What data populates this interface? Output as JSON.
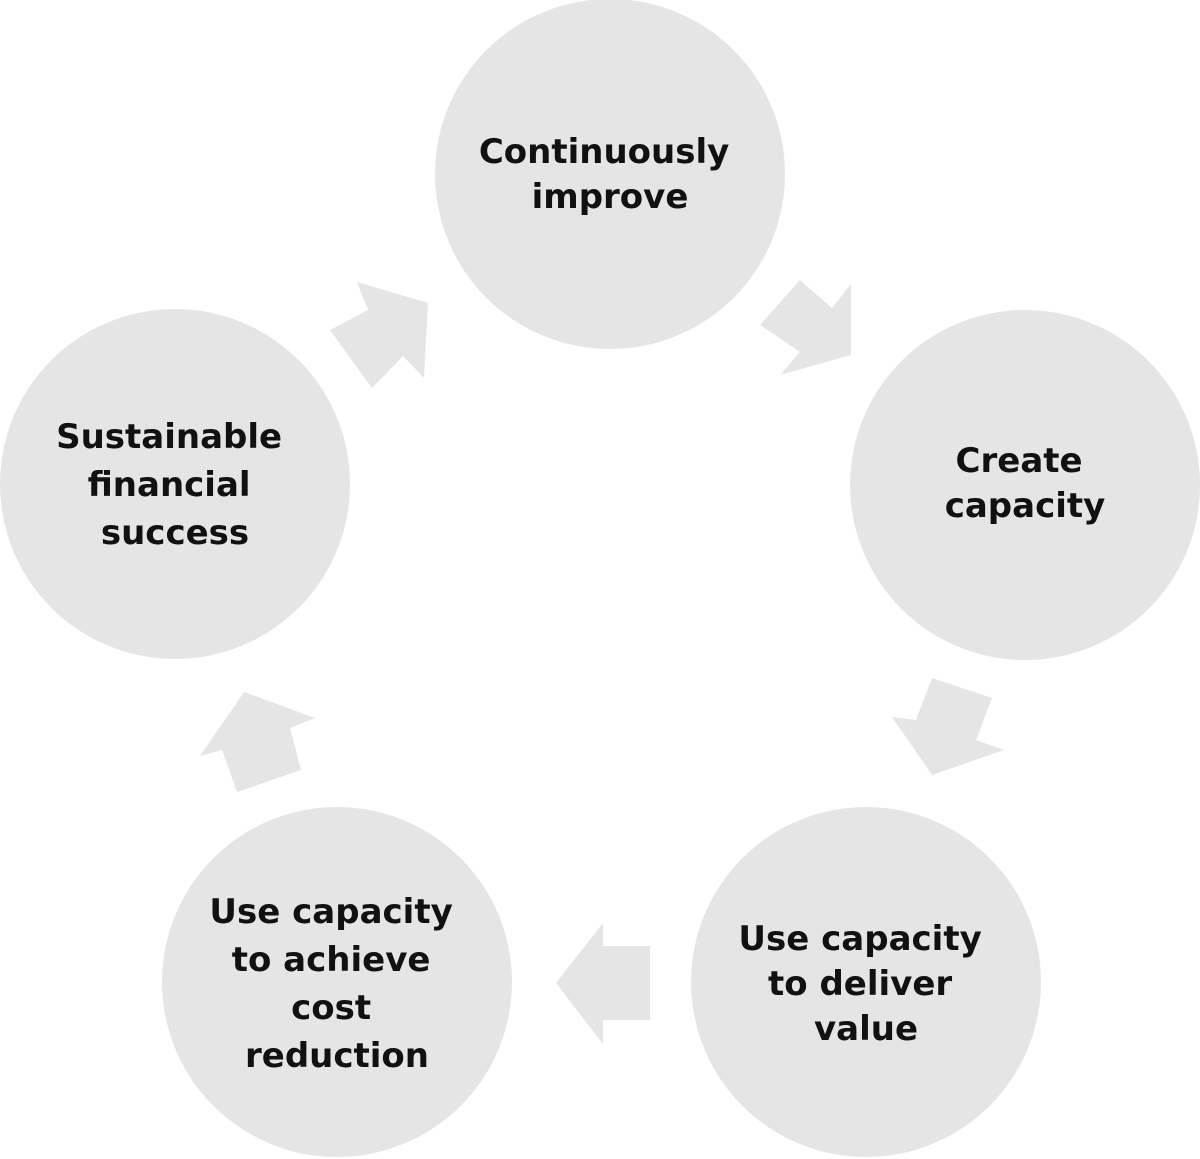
{
  "diagram": {
    "type": "cycle",
    "node_fill": "#e5e5e6",
    "text_color": "#111111",
    "nodes": [
      {
        "id": "continuously-improve",
        "lines": [
          "Continuously",
          "improve"
        ]
      },
      {
        "id": "create-capacity",
        "lines": [
          "Create",
          "capacity"
        ]
      },
      {
        "id": "deliver-value",
        "lines": [
          "Use capacity",
          "to deliver",
          "value"
        ]
      },
      {
        "id": "cost-reduction",
        "lines": [
          "Use capacity",
          "to achieve",
          "cost",
          "reduction"
        ]
      },
      {
        "id": "financial-success",
        "lines": [
          "Sustainable",
          "financial",
          "success"
        ]
      }
    ],
    "arrows": [
      {
        "from": "continuously-improve",
        "to": "create-capacity"
      },
      {
        "from": "create-capacity",
        "to": "deliver-value"
      },
      {
        "from": "deliver-value",
        "to": "cost-reduction"
      },
      {
        "from": "cost-reduction",
        "to": "financial-success"
      },
      {
        "from": "financial-success",
        "to": "continuously-improve"
      }
    ]
  }
}
